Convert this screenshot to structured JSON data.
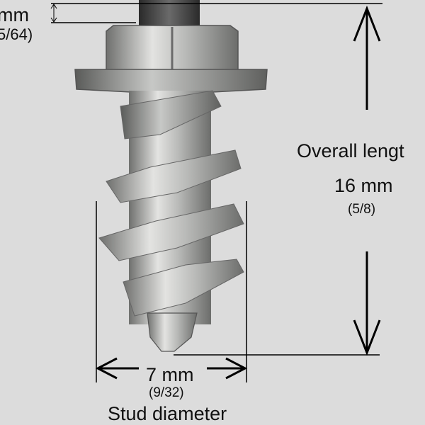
{
  "tip_height": {
    "value": "mm",
    "fraction": "5/64)"
  },
  "overall_length": {
    "caption": "Overall lengt",
    "value": "16 mm",
    "fraction": "(5/8)"
  },
  "stud_diameter": {
    "value": "7 mm",
    "fraction": "(9/32)",
    "caption": "Stud diameter"
  },
  "colors": {
    "background": "#dcdcdc",
    "line": "#000000",
    "metal": "#a9aaa8"
  }
}
